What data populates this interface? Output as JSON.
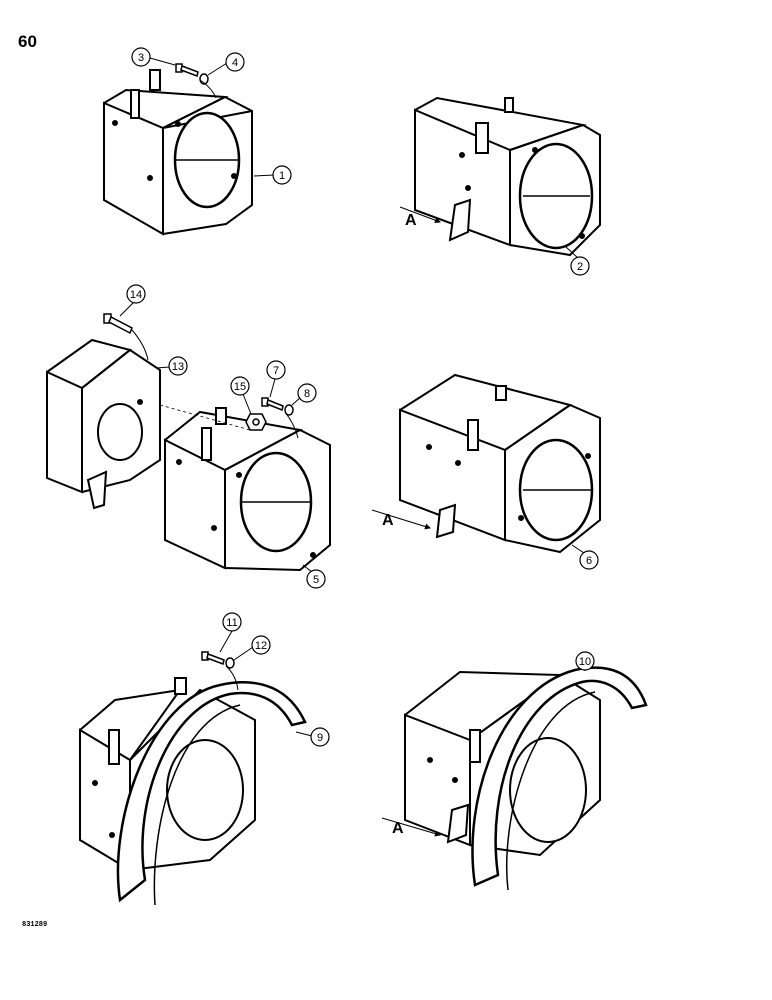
{
  "page": {
    "page_number": "60",
    "catalog_code": "831289"
  },
  "callouts": [
    "1",
    "2",
    "3",
    "4",
    "5",
    "6",
    "7",
    "8",
    "9",
    "10",
    "11",
    "12",
    "13",
    "14",
    "15"
  ],
  "dimension_label": "A",
  "colors": {
    "ink": "#000000",
    "paper": "#ffffff"
  }
}
